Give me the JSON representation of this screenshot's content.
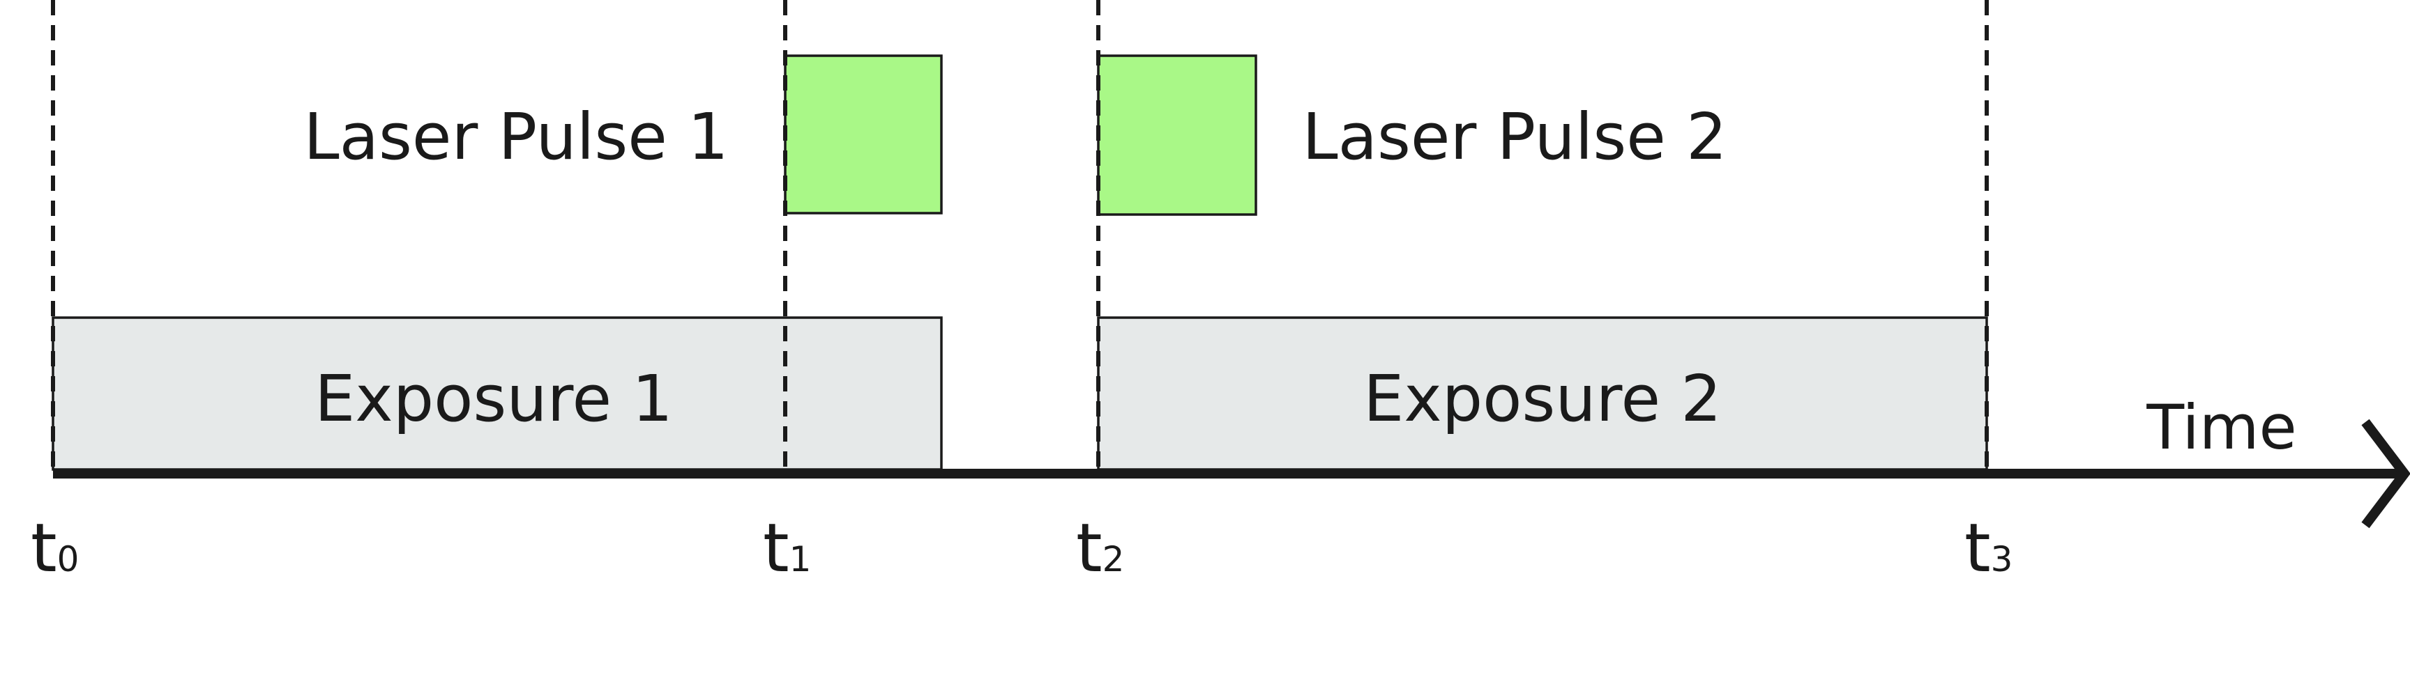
{
  "diagram": {
    "colors": {
      "laser_pulse_fill": "#a9f887",
      "exposure_fill": "#e6e9e9",
      "stroke": "#1a1a1a"
    },
    "laser_pulses": [
      {
        "label": "Laser Pulse 1"
      },
      {
        "label": "Laser Pulse 2"
      }
    ],
    "exposures": [
      {
        "label": "Exposure 1"
      },
      {
        "label": "Exposure 2"
      }
    ],
    "time_axis": {
      "label": "Time",
      "ticks": [
        {
          "main": "t",
          "sub": "0"
        },
        {
          "main": "t",
          "sub": "1"
        },
        {
          "main": "t",
          "sub": "2"
        },
        {
          "main": "t",
          "sub": "3"
        }
      ]
    }
  }
}
